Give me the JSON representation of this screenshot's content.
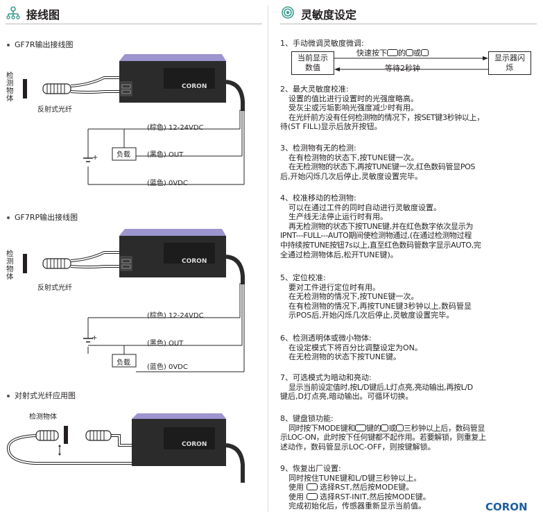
{
  "left": {
    "title": "接线图",
    "diagrams": [
      {
        "subtitle": "GF7R输出接线图",
        "object_label": "检测物体",
        "fiber_label": "反射式光纤",
        "amp_brand": "CORON",
        "wire_brown": "(棕色) 12-24VDC",
        "wire_black": "(黑色) OUT",
        "wire_blue": "(蓝色) 0VDC",
        "load_label": "负载"
      },
      {
        "subtitle": "GF7RP输出接线图",
        "object_label": "检测物体",
        "fiber_label": "反射式光纤",
        "amp_brand": "CORON",
        "wire_brown": "(棕色) 12-24VDC",
        "wire_black": "(黑色) OUT",
        "wire_blue": "(蓝色) 0VDC",
        "load_label": "负载"
      },
      {
        "subtitle": "对射式光纤应用图",
        "object_label": "检测物体",
        "amp_brand": "CORON"
      }
    ]
  },
  "right": {
    "title": "灵敏度设定",
    "flow": {
      "box_left": "当前显示数值",
      "box_right": "显示器闪烁",
      "arrow_top": "快速按下",
      "arrow_top_mid": "的",
      "arrow_top_or": "或",
      "arrow_bottom": "等待2秒钟"
    },
    "sections": [
      {
        "title": "1、手动微调灵敏度微调:"
      },
      {
        "title": "2、最大灵敏度校准:",
        "lines": [
          "设置的值比进行设置时的光强度略高。",
          "受灰尘或污垢影响光强度减少时有用。",
          "在光纤前方没有任何检测物的情况下，按SET键3秒钟以上，"
        ],
        "tail": "待(ST FILL)显示后放开按钮。"
      },
      {
        "title": "3、检测物有无的检测:",
        "lines": [
          "在有检测物的状态下,按TUNE键一次。",
          "在无检测物的状态下,再按TUNE键一次,红色数码管显POS"
        ],
        "tail": "后,开始闪烁几次后停止,灵敏度设置完毕。"
      },
      {
        "title": "4、校准移动的检测物:",
        "lines": [
          "可以在通过工件的同时自动进行灵敏度设置。",
          "生产线无法停止运行时有用。",
          "再无检测物的状态下按TUNE键,并在红色数字依次显示为"
        ],
        "tails": [
          "IPNT---FULL---AUTO期间使检测物通过,(在通过检测物过程",
          "中持续按TUNE按钮7s以上,直至红色数码管数字显示AUTO,完",
          "全通过检测物体后,松开TUNE键)。"
        ]
      },
      {
        "title": "5、定位校准:",
        "lines": [
          "要对工件进行定位时有用。",
          "在无检测物的情况下,按TUNE键一次。",
          "在有检测物的情况下,再按TUNE键3秒钟以上,数码管显",
          "示POS后,开始闪烁几次后停止,灵敏度设置完毕。"
        ]
      },
      {
        "title": "6、检测透明体或微小物体:",
        "lines": [
          "在设定模式下将百分比调整设定为ON。",
          "在无检测物的状态下按TUNE键。"
        ]
      },
      {
        "title": "7、可选模式为暗动和亮动:",
        "lines": [
          "显示当前设定值时,按L/D键后,L灯点亮,亮动输出,再按L/D"
        ],
        "tail": "键后,D灯点亮,暗动输出。可循环切换。"
      },
      {
        "title": "8、键盘锁功能:",
        "line_a": "同时按下MODE键和",
        "line_b": "键的",
        "line_c": "或",
        "line_d": "三秒钟以上后，数码管显",
        "tails": [
          "示LOC-ON，此时按下任何键都不起作用。若要解锁，则重复上",
          "述动作，数码管显示LOC-OFF，则按键解锁。"
        ]
      },
      {
        "title": "9、恢复出厂设置:",
        "line1": "同时按住TUNE键和L/D键三秒钟以上。",
        "line2a": "使用",
        "line2b": "选择RST,然后按MODE键。",
        "line3a": "使用",
        "line3b": "选择RST-INIT,然后按MODE键。",
        "line4": "完成初始化后，传感器重新显示当前值。"
      }
    ],
    "brand": "CORON"
  },
  "colors": {
    "accent": "#3a9d8f",
    "brand": "#1f5e9e",
    "amp_body": "#2b2b2b",
    "amp_top": "#9d95cf"
  }
}
